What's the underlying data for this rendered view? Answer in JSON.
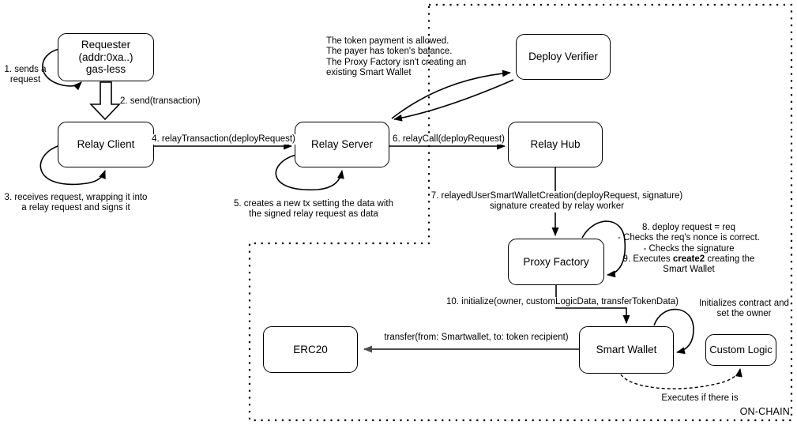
{
  "diagram": {
    "region_label": "ON-CHAIN",
    "colors": {
      "stroke": "#000000",
      "background": "#ffffff",
      "transfer_arrow": "#4d4d4d"
    },
    "nodes": {
      "requester": "Requester\n(addr:0xa..)\ngas-less",
      "relay_client": "Relay Client",
      "relay_server": "Relay Server",
      "deploy_verifier": "Deploy Verifier",
      "relay_hub": "Relay Hub",
      "proxy_factory": "Proxy Factory",
      "smart_wallet": "Smart Wallet",
      "custom_logic": "Custom Logic",
      "erc20": "ERC20"
    },
    "labels": {
      "step1": "1. sends a\nrequest",
      "step2": "2. send(transaction)",
      "step3": "3. receives request, wrapping it into\na relay request and signs it",
      "step4": "4. relayTransaction(deployRequest)",
      "step5": "5. creates a new tx setting the data with\nthe signed relay request as data",
      "step6": "6. relayCall(deployRequest)",
      "step7": "7. relayedUserSmartWalletCreation(deployRequest, signature)\nsignature created by relay worker",
      "verifier_checks": "The token payment is allowed.\nThe payer has token's balance.\nThe Proxy Factory isn't creating an\nexisting Smart Wallet",
      "step8_9_pre": "8. deploy request = req\n- Checks the req's nonce is correct.\n- Checks the signature\n9. Executes ",
      "step8_9_bold": "create2",
      "step8_9_post": " creating the\nSmart Wallet",
      "step10": "10. initialize(owner, customLogicData, transferTokenData)",
      "transfer": "transfer(from: Smartwallet, to: token recipient)",
      "init_contract": "Initializes contract and\nset the owner",
      "executes_if": "Executes if there is"
    }
  }
}
